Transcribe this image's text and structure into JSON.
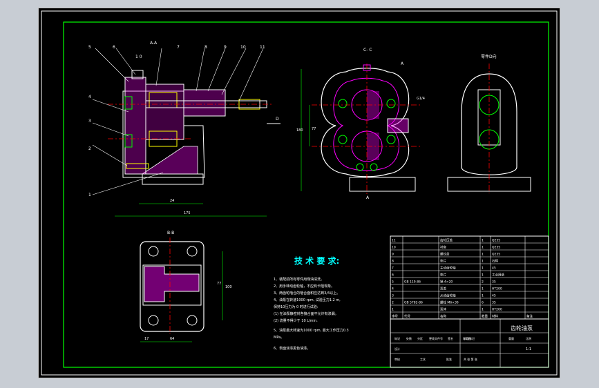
{
  "sheet": {
    "colors": {
      "frame": "#00ff00",
      "outline": "#ffffff",
      "magenta": "#ff00ff",
      "red": "#ff0000",
      "yellow": "#ffff00",
      "cyan": "#00ffff",
      "hatch": "#ff00ff",
      "green": "#00ff00"
    }
  },
  "views": {
    "section_aa_label": "A-A",
    "section_cc_label": "C- C",
    "section_bb_label": "B-B",
    "view_d_label": "零件D向",
    "arrow_d_label": "D",
    "arrow_a_label": "A",
    "dims": {
      "d_24": "24",
      "d_175": "175",
      "d_180": "180",
      "d_77": "77",
      "d_100": "100",
      "d_17": "17",
      "d_64": "64",
      "d_g": "G1/4"
    },
    "balloons": [
      "5",
      "6",
      "1 0",
      "7",
      "8",
      "9",
      "10",
      "11",
      "4",
      "3",
      "2",
      "1"
    ]
  },
  "tech": {
    "title": "技 术 要 求:",
    "items": [
      "1、装配前所有零件用煤油清洗。",
      "2、用手转动齿轮轴，不应有卡阻现象。",
      "3、两齿轮啮合的啮合面积应达到3/4以上。",
      "4、油泵在转速1000 rpm, 试验压力1.2 m,",
      "   保持10压力为 0 时进行试验:",
      "   (1) 在油泵静密封各接合面不允许有渗漏。",
      "   (2) 流量不得少于 10 L/min.",
      "5、油泵最大转速为1000 rpm, 最大工作压力0.3",
      "   MPa。",
      "6、表面涂漆黑色油漆。"
    ]
  },
  "bom": {
    "rows": [
      {
        "no": "11",
        "code": "",
        "name": "齿轮压盖",
        "qty": "1",
        "mat": "Q235"
      },
      {
        "no": "10",
        "code": "",
        "name": "衬套",
        "qty": "1",
        "mat": "Q235"
      },
      {
        "no": "9",
        "code": "",
        "name": "螺纹盖",
        "qty": "1",
        "mat": "Q235"
      },
      {
        "no": "8",
        "code": "",
        "name": "垫片",
        "qty": "1",
        "mat": "石棉"
      },
      {
        "no": "7",
        "code": "",
        "name": "主动齿轮轴",
        "qty": "1",
        "mat": "45"
      },
      {
        "no": "6",
        "code": "",
        "name": "垫片",
        "qty": "1",
        "mat": "工业用纸"
      },
      {
        "no": "5",
        "code": "GB 119-86",
        "name": "销 4×20",
        "qty": "2",
        "mat": "35"
      },
      {
        "no": "4",
        "code": "",
        "name": "泵盖",
        "qty": "1",
        "mat": "HT200"
      },
      {
        "no": "3",
        "code": "",
        "name": "从动齿轮轴",
        "qty": "1",
        "mat": "45"
      },
      {
        "no": "2",
        "code": "GB 5782-86",
        "name": "螺栓 M6×30",
        "qty": "6",
        "mat": "35"
      },
      {
        "no": "1",
        "code": "",
        "name": "泵体",
        "qty": "1",
        "mat": "HT200"
      }
    ],
    "header": [
      "序号",
      "代号",
      "名称",
      "数量",
      "材料",
      "备注"
    ]
  },
  "title_block": {
    "drawing_name": "齿轮油泵",
    "scale": "1:1",
    "labels": [
      "标记",
      "处数",
      "分区",
      "更改文件号",
      "签名",
      "年月日",
      "设计",
      "审核",
      "工艺",
      "批准",
      "阶段标记",
      "重量",
      "比例",
      "共 张 第 张"
    ]
  }
}
